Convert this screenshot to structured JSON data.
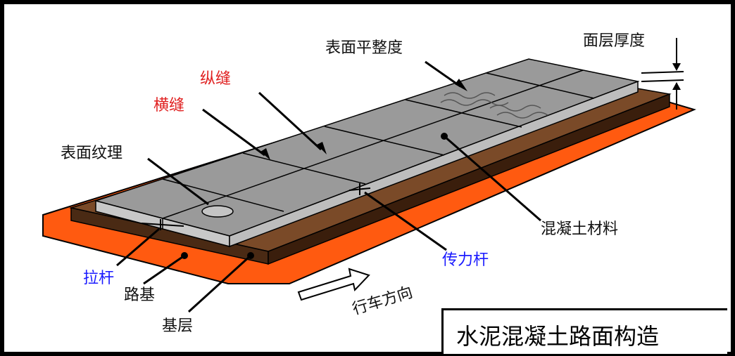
{
  "diagram": {
    "title": "水泥混凝土路面构造",
    "labels": {
      "surface_flatness": "表面平整度",
      "layer_thickness": "面层厚度",
      "longitudinal_joint": "纵缝",
      "transverse_joint": "横缝",
      "surface_texture": "表面纹理",
      "concrete_material": "混凝土材料",
      "dowel_bar": "传力杆",
      "tie_bar": "拉杆",
      "subgrade": "路基",
      "base_layer": "基层",
      "driving_direction": "行车方向"
    },
    "colors": {
      "subgrade": "#ff5a10",
      "base": "#4a2a14",
      "slab_top": "#9a9a9a",
      "slab_side": "#c8c8c8",
      "joint_label": "#e02020",
      "bar_label": "#1a1aff"
    }
  }
}
